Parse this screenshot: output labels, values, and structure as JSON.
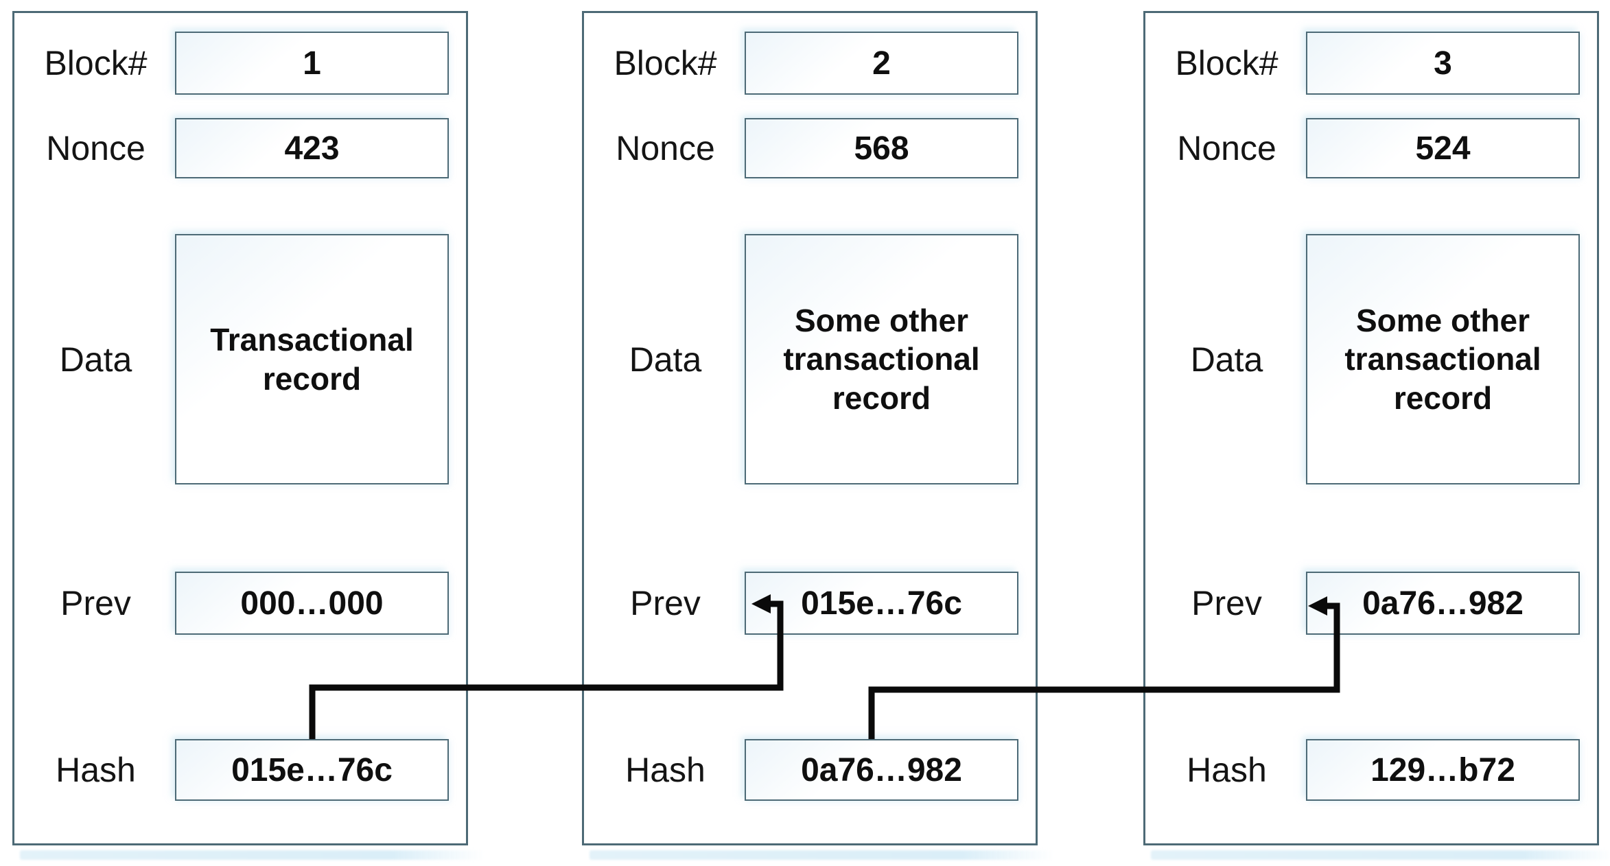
{
  "diagram": {
    "type": "blockchain-chain-of-blocks",
    "colors": {
      "box_border": "#4d6a76",
      "connector": "#0a0a0a",
      "text": "#141414",
      "shadow_strip": "#ddeef7"
    },
    "blocks": [
      {
        "block_label": "Block#",
        "block_value": "1",
        "nonce_label": "Nonce",
        "nonce_value": "423",
        "data_label": "Data",
        "data_value": "Transactional record",
        "prev_label": "Prev",
        "prev_value": "000…000",
        "hash_label": "Hash",
        "hash_value": "015e…76c"
      },
      {
        "block_label": "Block#",
        "block_value": "2",
        "nonce_label": "Nonce",
        "nonce_value": "568",
        "data_label": "Data",
        "data_value": "Some other transactional record",
        "prev_label": "Prev",
        "prev_value": "015e…76c",
        "hash_label": "Hash",
        "hash_value": "0a76…982"
      },
      {
        "block_label": "Block#",
        "block_value": "3",
        "nonce_label": "Nonce",
        "nonce_value": "524",
        "data_label": "Data",
        "data_value": "Some other transactional record",
        "prev_label": "Prev",
        "prev_value": "0a76…982",
        "hash_label": "Hash",
        "hash_value": "129…b72"
      }
    ]
  }
}
